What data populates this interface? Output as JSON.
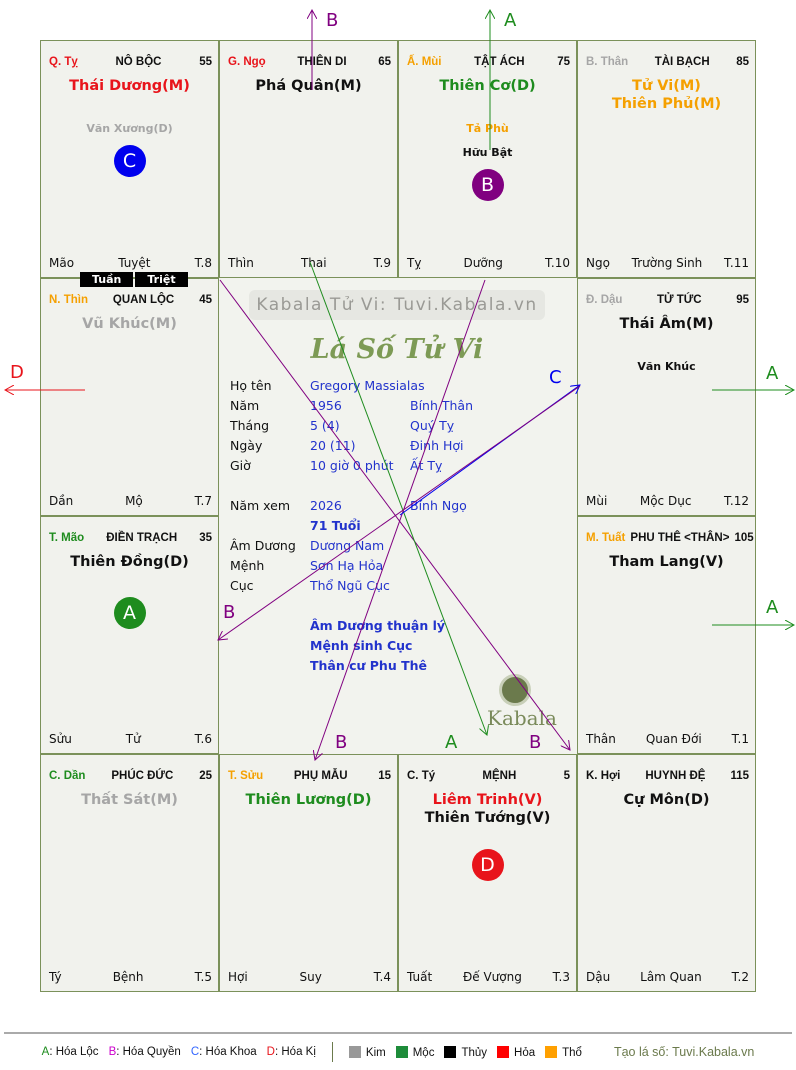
{
  "colors": {
    "hoa": "#e8141b",
    "moc": "#1e8c1e",
    "thuy": "#111111",
    "kim": "#a6a6a6",
    "tho": "#f5a000",
    "loc": "#1e8c1e",
    "quyen": "#800080",
    "khoa": "#0000ee",
    "ki": "#e8141b"
  },
  "cells": [
    {
      "canchi": "Q. Tỵ",
      "cc_color": "#e8141b",
      "palace": "NÔ BỘC",
      "num": "55",
      "mains": [
        {
          "t": "Thái Dương(M)",
          "c": "#e8141b"
        }
      ],
      "minors": [
        {
          "t": "Văn Xương(D)",
          "c": "#a6a6a6"
        }
      ],
      "badge": {
        "t": "C",
        "c": "#0000ee"
      },
      "bl": "Mão",
      "bm": "Tuyệt",
      "br": "T.8"
    },
    {
      "canchi": "G. Ngọ",
      "cc_color": "#e8141b",
      "palace": "THIÊN DI",
      "num": "65",
      "mains": [
        {
          "t": "Phá Quân(M)",
          "c": "#111111"
        }
      ],
      "minors": [],
      "bl": "Thìn",
      "bm": "Thai",
      "br": "T.9"
    },
    {
      "canchi": "Ấ. Mùi",
      "cc_color": "#f5a000",
      "palace": "TẬT ÁCH",
      "num": "75",
      "mains": [
        {
          "t": "Thiên Cơ(D)",
          "c": "#1e8c1e"
        }
      ],
      "minors": [
        {
          "t": "Tả Phù",
          "c": "#f5a000"
        },
        {
          "t": "Hữu Bật",
          "c": "#111111"
        }
      ],
      "badge": {
        "t": "B",
        "c": "#800080"
      },
      "bl": "Tỵ",
      "bm": "Dưỡng",
      "br": "T.10"
    },
    {
      "canchi": "B. Thân",
      "cc_color": "#a6a6a6",
      "palace": "TÀI BẠCH",
      "num": "85",
      "mains": [
        {
          "t": "Tử Vi(M)",
          "c": "#f5a000"
        },
        {
          "t": "Thiên Phủ(M)",
          "c": "#f5a000"
        }
      ],
      "minors": [],
      "bl": "Ngọ",
      "bm": "Trường Sinh",
      "br": "T.11"
    },
    {
      "canchi": "N. Thìn",
      "cc_color": "#f5a000",
      "palace": "QUAN LỘC",
      "num": "45",
      "mains": [
        {
          "t": "Vũ Khúc(M)",
          "c": "#a6a6a6"
        }
      ],
      "minors": [],
      "bl": "Dần",
      "bm": "Mộ",
      "br": "T.7"
    },
    {
      "canchi": "Đ. Dậu",
      "cc_color": "#a6a6a6",
      "palace": "TỬ TỨC",
      "num": "95",
      "mains": [
        {
          "t": "Thái Âm(M)",
          "c": "#111111"
        }
      ],
      "minors": [
        {
          "t": "Văn Khúc",
          "c": "#111111"
        }
      ],
      "bl": "Mùi",
      "bm": "Mộc Dục",
      "br": "T.12"
    },
    {
      "canchi": "T. Mão",
      "cc_color": "#1e8c1e",
      "palace": "ĐIỀN TRẠCH",
      "num": "35",
      "mains": [
        {
          "t": "Thiên Đồng(D)",
          "c": "#111111"
        }
      ],
      "minors": [],
      "badge": {
        "t": "A",
        "c": "#1e8c1e"
      },
      "bl": "Sửu",
      "bm": "Tử",
      "br": "T.6"
    },
    {
      "canchi": "M. Tuất",
      "cc_color": "#f5a000",
      "palace": "PHU THÊ <THÂN>",
      "num": "105",
      "mains": [
        {
          "t": "Tham Lang(V)",
          "c": "#111111"
        }
      ],
      "minors": [],
      "bl": "Thân",
      "bm": "Quan Đới",
      "br": "T.1"
    },
    {
      "canchi": "C. Dần",
      "cc_color": "#1e8c1e",
      "palace": "PHÚC ĐỨC",
      "num": "25",
      "mains": [
        {
          "t": "Thất Sát(M)",
          "c": "#a6a6a6"
        }
      ],
      "minors": [],
      "bl": "Tý",
      "bm": "Bệnh",
      "br": "T.5"
    },
    {
      "canchi": "T. Sửu",
      "cc_color": "#f5a000",
      "palace": "PHỤ MẪU",
      "num": "15",
      "mains": [
        {
          "t": "Thiên Lương(D)",
          "c": "#1e8c1e"
        }
      ],
      "minors": [],
      "bl": "Hợi",
      "bm": "Suy",
      "br": "T.4"
    },
    {
      "canchi": "C. Tý",
      "cc_color": "#111111",
      "palace": "MỆNH",
      "num": "5",
      "mains": [
        {
          "t": "Liêm Trinh(V)",
          "c": "#e8141b"
        },
        {
          "t": "Thiên Tướng(V)",
          "c": "#111111"
        }
      ],
      "minors": [],
      "badge": {
        "t": "D",
        "c": "#e8141b"
      },
      "bl": "Tuất",
      "bm": "Đế Vượng",
      "br": "T.3"
    },
    {
      "canchi": "K. Hợi",
      "cc_color": "#111111",
      "palace": "HUYNH ĐỆ",
      "num": "115",
      "mains": [
        {
          "t": "Cự Môn(D)",
          "c": "#111111"
        }
      ],
      "minors": [],
      "bl": "Dậu",
      "bm": "Lâm Quan",
      "br": "T.2"
    }
  ],
  "tags": [
    "Tuần",
    "Triệt"
  ],
  "center": {
    "watermark": "Kabala Tử Vi: Tuvi.Kabala.vn",
    "title": "Lá Số Tử Vi",
    "rows": [
      {
        "k": "Họ tên",
        "v": "Gregory Massialas",
        "w": ""
      },
      {
        "k": "Năm",
        "v": "1956",
        "w": "Bính Thân"
      },
      {
        "k": "Tháng",
        "v": "5  (4)",
        "w": "Quý Tỵ"
      },
      {
        "k": "Ngày",
        "v": "20  (11)",
        "w": "Đinh Hợi"
      },
      {
        "k": "Giờ",
        "v": "10 giờ 0 phút",
        "w": "Ất Tỵ"
      },
      {
        "k": "Năm xem",
        "v": "2026",
        "w": "Bính Ngọ"
      },
      {
        "k": "",
        "v": "71 Tuổi",
        "w": ""
      },
      {
        "k": "Âm Dương",
        "v": "Dương Nam",
        "w": ""
      },
      {
        "k": "Mệnh",
        "v": "Sơn Hạ Hỏa",
        "w": ""
      },
      {
        "k": "Cục",
        "v": "Thổ Ngũ Cục",
        "w": ""
      }
    ],
    "notes": [
      "Âm Dương thuận lý",
      "Mệnh sinh Cục",
      "Thân cư Phu Thê"
    ],
    "logo_text": "Kabala"
  },
  "arrow_labels": {
    "top_b": "B",
    "top_a": "A",
    "left_d": "D",
    "right_c": "C",
    "right_a1": "A",
    "right_a2": "A",
    "mid_b": "B",
    "bot_b1": "B",
    "bot_a": "A",
    "bot_b2": "B"
  },
  "legend": {
    "hoa_loc": {
      "key": "A",
      "text": ": Hóa Lộc"
    },
    "hoa_quyen": {
      "key": "B",
      "text": ": Hóa Quyền"
    },
    "hoa_khoa": {
      "key": "C",
      "text": ": Hóa Khoa"
    },
    "hoa_ki": {
      "key": "D",
      "text": ": Hóa Kị"
    },
    "elements": [
      {
        "t": "Kim",
        "c": "#999999"
      },
      {
        "t": "Mộc",
        "c": "#1e8c3a"
      },
      {
        "t": "Thủy",
        "c": "#000000"
      },
      {
        "t": "Hỏa",
        "c": "#ff0000"
      },
      {
        "t": "Thổ",
        "c": "#ffa000"
      }
    ],
    "credit": "Tạo lá số: Tuvi.Kabala.vn"
  }
}
